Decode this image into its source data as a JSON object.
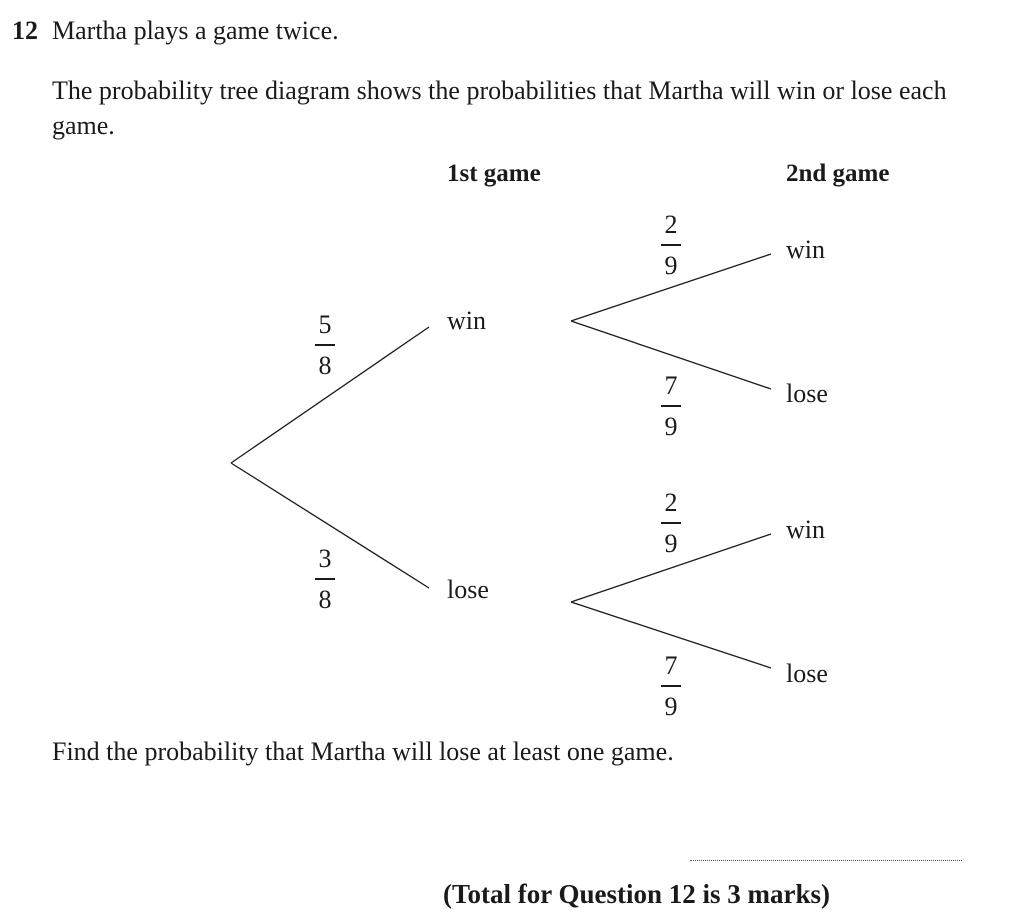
{
  "question": {
    "number": "12",
    "intro": "Martha plays a game twice.",
    "description": "The probability tree diagram shows the probabilities that Martha will win or lose each game.",
    "prompt": "Find the probability that Martha will lose at least one game.",
    "total": "(Total for Question 12 is 3 marks)"
  },
  "tree": {
    "headers": {
      "first": "1st game",
      "second": "2nd game"
    },
    "first_game": {
      "win": {
        "label": "win",
        "prob_num": "5",
        "prob_den": "8"
      },
      "lose": {
        "label": "lose",
        "prob_num": "3",
        "prob_den": "8"
      }
    },
    "second_game_after_win": {
      "win": {
        "label": "win",
        "prob_num": "2",
        "prob_den": "9"
      },
      "lose": {
        "label": "lose",
        "prob_num": "7",
        "prob_den": "9"
      }
    },
    "second_game_after_lose": {
      "win": {
        "label": "win",
        "prob_num": "2",
        "prob_den": "9"
      },
      "lose": {
        "label": "lose",
        "prob_num": "7",
        "prob_den": "9"
      }
    }
  },
  "answer": {
    "value": ""
  }
}
